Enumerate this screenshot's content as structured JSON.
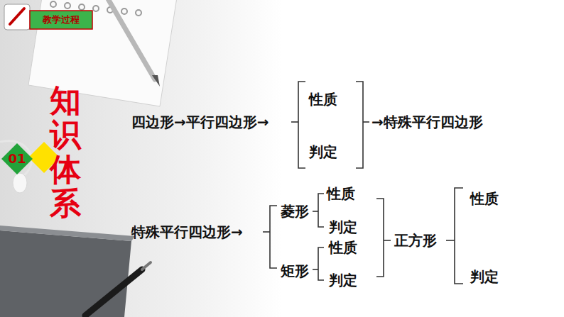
{
  "diagram": {
    "title": "知识体系",
    "labels": [
      "教学过程",
      "01",
      "四边形→平行四边形→",
      "性质",
      "判定",
      "→特殊平行四边形",
      "特殊平行四边形→",
      "菱形",
      "性质",
      "判定",
      "正方形",
      "性质",
      "矩形",
      "性质",
      "判定",
      "判定"
    ]
  }
}
